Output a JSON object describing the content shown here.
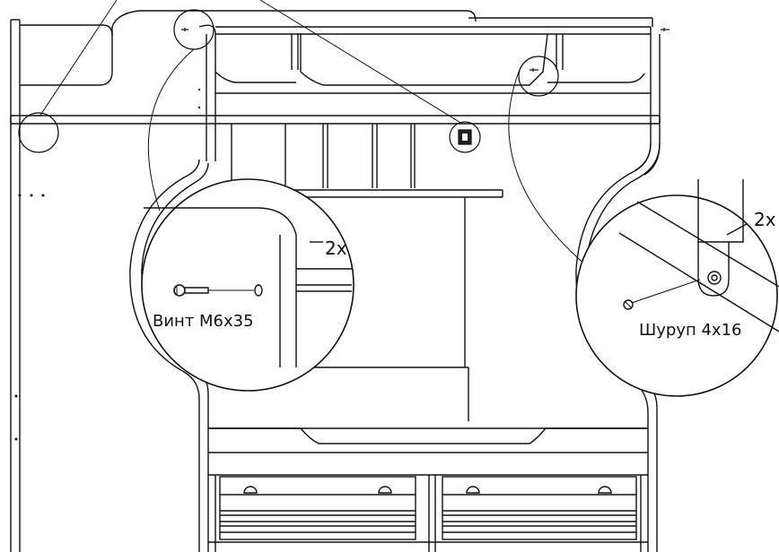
{
  "callouts": {
    "left": {
      "qty": "2x",
      "part": "Винт М6х35"
    },
    "right": {
      "qty": "2x",
      "part": "Шуруп 4х16"
    }
  },
  "colors": {
    "line": "#111111",
    "background": "#ffffff",
    "fill": "#222222"
  }
}
